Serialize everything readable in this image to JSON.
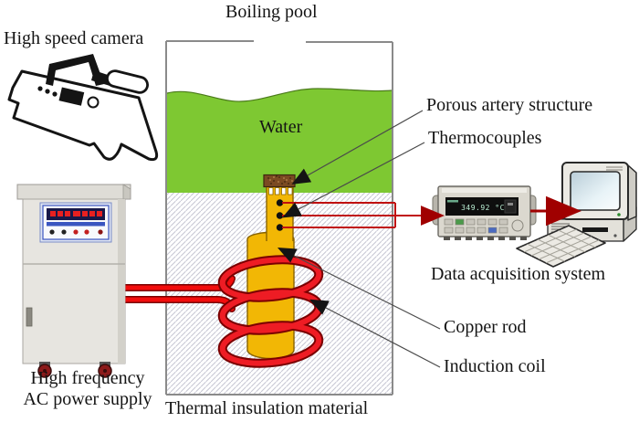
{
  "figure": {
    "kind": "experimental-setup-schematic",
    "labels": {
      "boiling_pool": "Boiling pool",
      "high_speed_camera": "High speed camera",
      "water": "Water",
      "porous_artery_structure": "Porous artery structure",
      "thermocouples": "Thermocouples",
      "data_acquisition_system": "Data acquisition system",
      "copper_rod": "Copper rod",
      "induction_coil": "Induction coil",
      "thermal_insulation_material": "Thermal insulation material",
      "power_supply_line1": "High frequency",
      "power_supply_line2": "AC power supply"
    },
    "instrument": {
      "display_value": "349.92 °C"
    },
    "colors": {
      "water_green": "#7ec832",
      "copper_rod_gold": "#f2b705",
      "porous_cap_brown": "#7b4a22",
      "coil_red": "#ee1c24",
      "coil_outline": "#7a0000",
      "wire_red": "#f20d0d",
      "signal_line_red": "#c01010",
      "arrow_dark_red": "#a00000",
      "container_wall_gray": "#8a8a8a"
    },
    "icons": {
      "camera": "high-speed-camera-icon",
      "power_supply": "power-supply-cabinet-icon",
      "daq_instrument": "daq-instrument-icon",
      "computer": "desktop-computer-icon",
      "keyboard": "keyboard-icon"
    }
  }
}
